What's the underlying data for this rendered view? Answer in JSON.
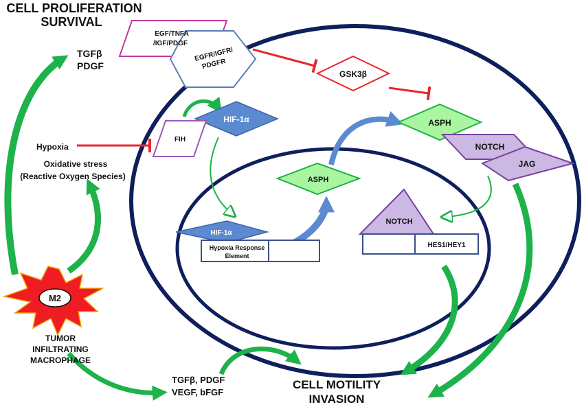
{
  "titles": {
    "proliferation_line1": "CELL PROLIFERATION",
    "proliferation_line2": "SURVIVAL",
    "motility_line1": "CELL MOTILITY",
    "motility_line2": "INVASION"
  },
  "left_labels": {
    "tgfb": "TGFβ",
    "pdgf": "PDGF",
    "hypoxia": "Hypoxia",
    "oxidative_line1": "Oxidative stress",
    "oxidative_line2": "(Reactive Oxygen Species)",
    "m2": "M2",
    "tam_line1": "TUMOR",
    "tam_line2": "INFILTRATING",
    "tam_line3": "MACROPHAGE",
    "bottom_line1": "TGFβ, PDGF",
    "bottom_line2": "VEGF, bFGF"
  },
  "nodes": {
    "ligands_line1": "EGF/TNFA",
    "ligands_line2": "/IGF/PDGF",
    "receptors_line1": "EGFR/IGFR/",
    "receptors_line2": "PDGFR",
    "gsk3b": "GSK3β",
    "hif1a_cyto": "HIF-1α",
    "fih": "FIH",
    "asph_cyto": "ASPH",
    "notch_membrane": "NOTCH",
    "jag": "JAG",
    "asph_nuc": "ASPH",
    "hif1a_nuc": "HIF-1α",
    "hre_line1": "Hypoxia Response",
    "hre_line2": "Element",
    "notch_nuc": "NOTCH",
    "hes_hey": "HES1/HEY1"
  },
  "colors": {
    "green_arrow": "#1db24a",
    "inhibit_red": "#e8262b",
    "cell_outline": "#0f1f5c",
    "blue_node": "#5b8ad1",
    "green_node": "#a9f5a0",
    "purple_node": "#cbb8e3",
    "purple_stroke": "#7a3fa0",
    "m2_red": "#ef1c23"
  }
}
